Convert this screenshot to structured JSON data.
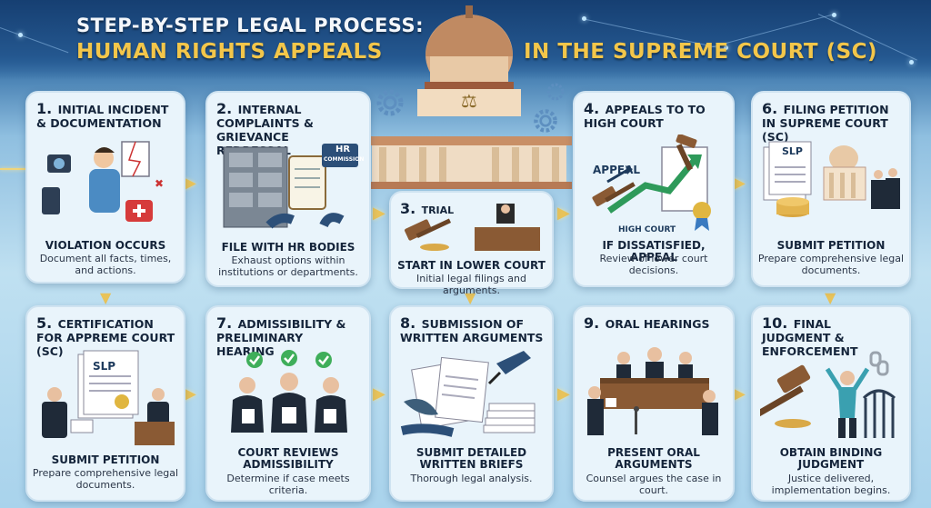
{
  "header": {
    "line1": "STEP-BY-STEP LEGAL PROCESS:",
    "line2_left": "HUMAN RIGHTS APPEALS",
    "line2_right": "IN THE SUPREME COURT (SC)"
  },
  "colors": {
    "gold": "#f3c64a",
    "card_bg": "#e9f4fb",
    "banner": "#1f4f86",
    "connector": "#e8c35a"
  },
  "steps": [
    {
      "num": "1.",
      "title": "INITIAL INCIDENT & DOCUMENTATION",
      "subtitle": "VIOLATION OCCURS",
      "desc": "Document all facts, times, and actions.",
      "icon": "camera-person-documents-icon"
    },
    {
      "num": "2.",
      "title": "INTERNAL COMPLAINTS & GRIEVANCE REDRESSAL",
      "subtitle": "FILE WITH HR BODIES",
      "desc": "Exhaust options within institutions or departments.",
      "icon": "filing-cabinet-clipboard-icon",
      "badge": "HR",
      "badge2": "COMMISSION"
    },
    {
      "num": "3.",
      "title": "TRIAL",
      "subtitle": "START IN LOWER COURT",
      "desc": "Initial legal filings and arguments.",
      "icon": "gavel-courtroom-icon"
    },
    {
      "num": "4.",
      "title": "APPEALS TO TO HIGH COURT",
      "subtitle": "IF DISSATISFIED, APPEAL",
      "desc": "Review of lower court decisions.",
      "icon": "gavel-appeal-arrow-icon",
      "label_appeal": "APPEAL",
      "label_hc": "HIGH COURT"
    },
    {
      "num": "6.",
      "title": "FILING PETITION IN SUPREME COURT (SC)",
      "subtitle": "SUBMIT PETITION",
      "desc": "Prepare comprehensive legal documents.",
      "icon": "slp-documents-court-icon",
      "label_slp": "SLP"
    },
    {
      "num": "5.",
      "title": "CERTIFICATION FOR APPREME COURT (SC)",
      "subtitle": "SUBMIT PETITION",
      "desc": "Prepare comprehensive legal documents.",
      "icon": "slp-certificate-icon",
      "label_slp": "SLP"
    },
    {
      "num": "7.",
      "title": "ADMISSIBILITY & PRELIMINARY HEARING",
      "subtitle": "COURT REVIEWS ADMISSIBILITY",
      "desc": "Determine if case meets criteria.",
      "icon": "judges-checkmarks-icon"
    },
    {
      "num": "8.",
      "title": "SUBMISSION OF WRITTEN ARGUMENTS",
      "subtitle": "SUBMIT DETAILED WRITTEN BRIEFS",
      "desc": "Thorough legal analysis.",
      "icon": "quill-briefs-icon"
    },
    {
      "num": "9.",
      "title": "ORAL HEARINGS",
      "subtitle": "PRESENT ORAL ARGUMENTS",
      "desc": "Counsel argues the case in court.",
      "icon": "courtroom-hearing-icon"
    },
    {
      "num": "10.",
      "title": "FINAL JUDGMENT & ENFORCEMENT",
      "subtitle": "OBTAIN BINDING JUDGMENT",
      "desc": "Justice delivered, implementation begins.",
      "icon": "gavel-broken-chain-icon"
    }
  ]
}
